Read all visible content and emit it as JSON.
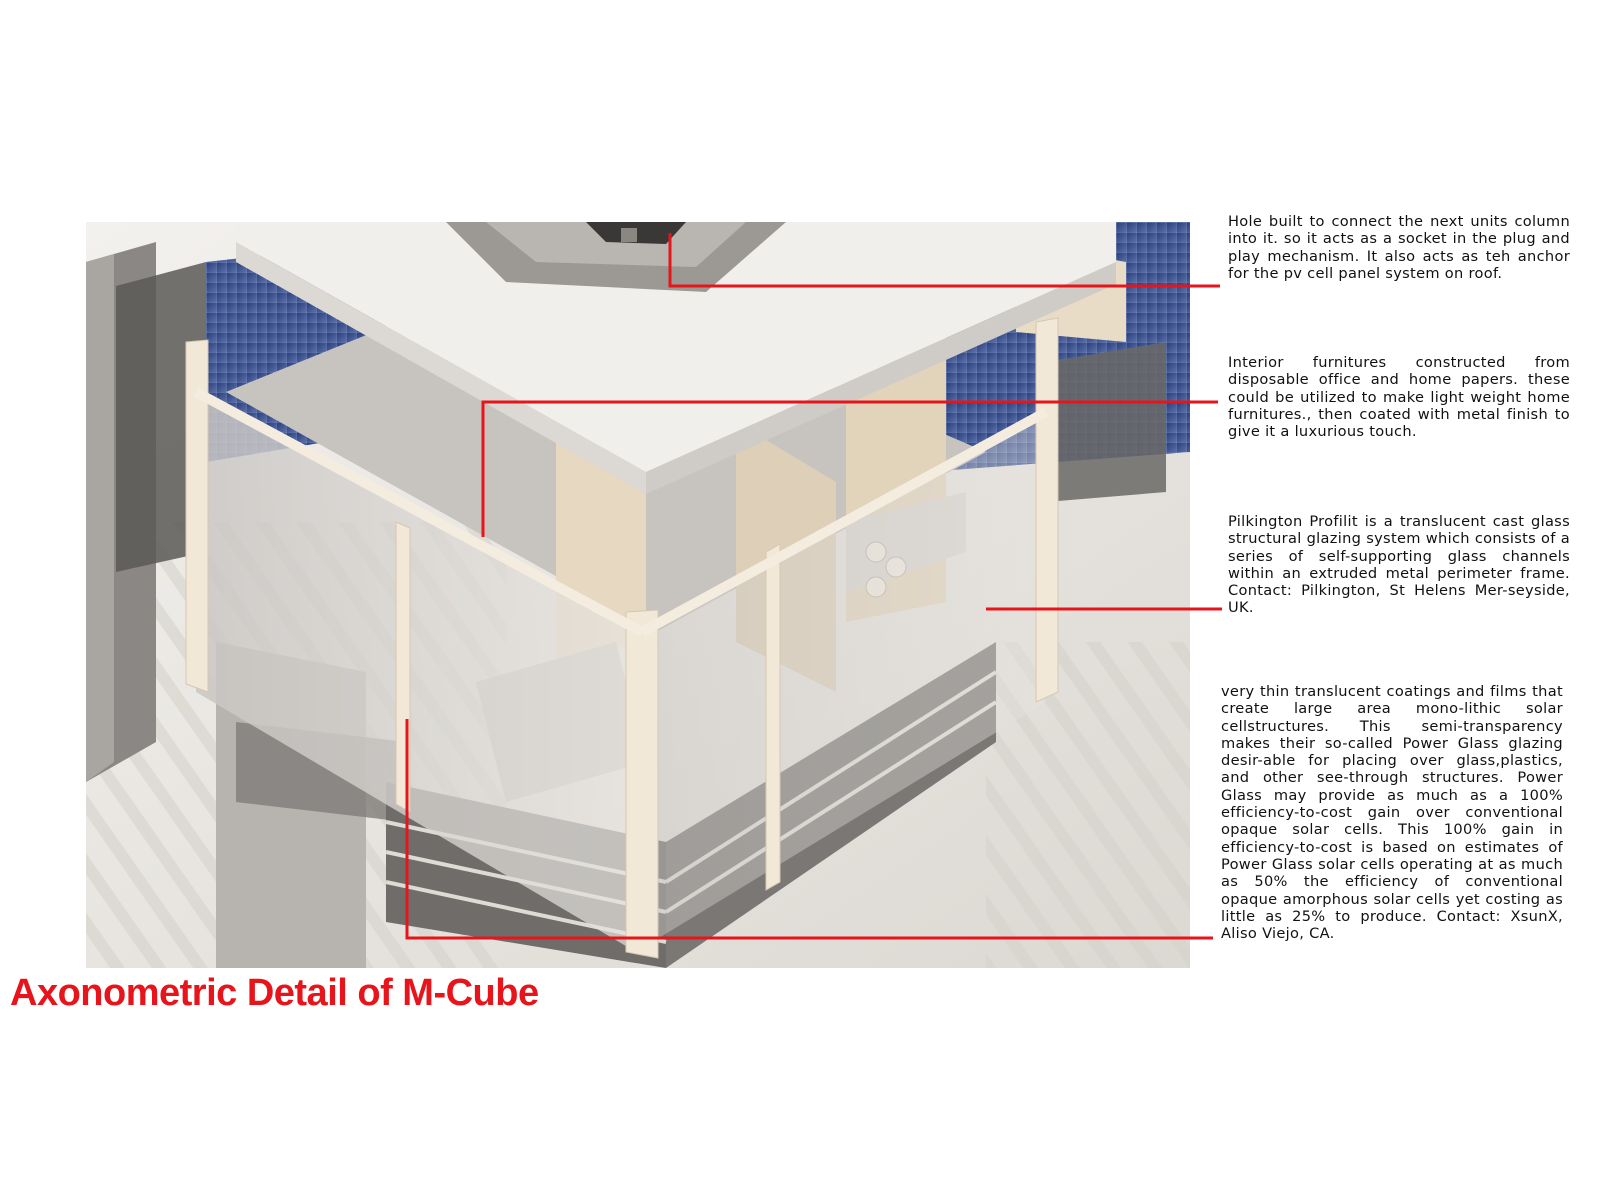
{
  "title": "Axonometric Detail of M-Cube",
  "colors": {
    "accent": "#e8141b",
    "text": "#111111",
    "background": "#ffffff"
  },
  "annotations": [
    {
      "text": "Hole built to connect the next units column into it. so it acts as a socket in the plug and play mechanism. It also acts as teh anchor for the pv cell panel system on roof."
    },
    {
      "text": "Interior furnitures constructed from disposable office and home papers. these could be utilized to make light weight home furnitures., then coated with metal finish to give it a luxurious touch."
    },
    {
      "text": "Pilkington Profilit is a translucent cast glass structural glazing system which consists of a series of self-supporting glass channels within an extruded metal perimeter frame. Contact: Pilkington, St Helens Mer-seyside, UK."
    },
    {
      "text": "very thin translucent coatings and films that create large area mono-lithic solar cellstructures. This semi-transparency makes their so-called Power Glass glazing desir-able for placing over glass,plastics, and other see-through structures. Power Glass may provide as much as a 100% efficiency-to-cost gain over conventional opaque solar cells. This 100% gain in efficiency-to-cost is based on estimates of Power Glass solar cells operating at as much as 50% the efficiency of conventional opaque amorphous solar cells yet costing as little as 25% to produce. Contact: XsunX, Aliso Viejo, CA."
    }
  ]
}
